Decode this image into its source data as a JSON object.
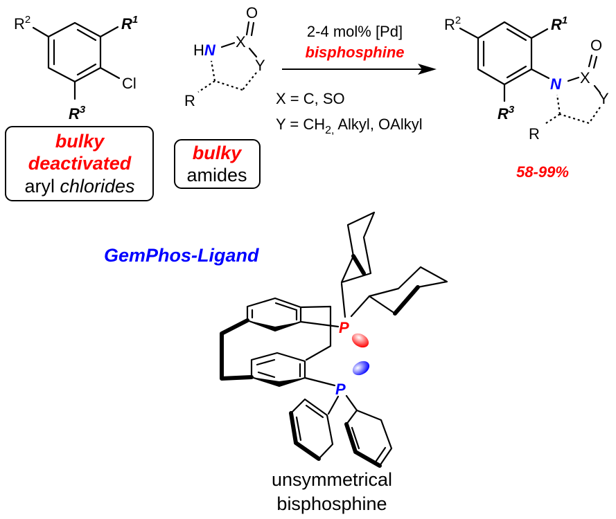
{
  "aryl_chloride": {
    "substituents": {
      "r2": "R",
      "r2_sup": "2",
      "r1": "R",
      "r1_sup": "1",
      "r3": "R",
      "r3_sup": "3",
      "cl": "Cl"
    },
    "box": {
      "line1": "bulky",
      "line2": "deactivated",
      "line3_a": "aryl ",
      "line3_b": "chlorides"
    }
  },
  "amide": {
    "atoms": {
      "o": "O",
      "x": "X",
      "h": "H",
      "n": "N",
      "y": "Y",
      "r": "R"
    },
    "box": {
      "line1": "bulky",
      "line2": "amides"
    }
  },
  "conditions": {
    "catalyst": "2-4 mol% [Pd]",
    "ligand": "bisphosphine",
    "x_def": "X = C, SO",
    "y_def_a": "Y = CH",
    "y_def_sub": "2,",
    "y_def_b": " Alkyl, OAlkyl"
  },
  "product": {
    "atoms": {
      "r2": "R",
      "r2_sup": "2",
      "r1": "R",
      "r1_sup": "1",
      "r3": "R",
      "r3_sup": "3",
      "n": "N",
      "x": "X",
      "o": "O",
      "y": "Y",
      "r": "R"
    },
    "yield": "58-99%"
  },
  "ligand": {
    "name": "GemPhos-Ligand",
    "p_upper": "P",
    "p_lower": "P",
    "caption_line1": "unsymmetrical",
    "caption_line2": "bisphosphine"
  },
  "colors": {
    "red": "#ff0000",
    "blue": "#0000ff",
    "black": "#000000"
  }
}
